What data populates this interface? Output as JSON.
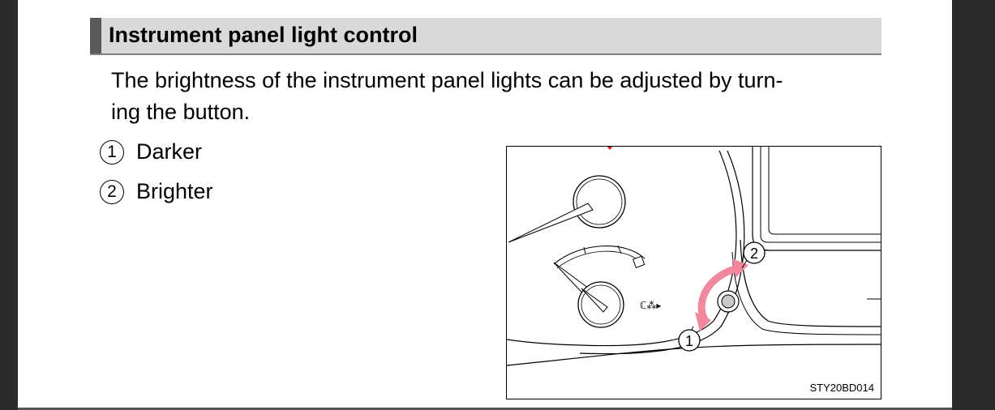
{
  "heading": {
    "title": "Instrument panel light control"
  },
  "body": {
    "line1": "The brightness of the instrument panel lights can be adjusted by turn-",
    "line2": "ing the button."
  },
  "list": {
    "items": [
      {
        "number": "1",
        "label": "Darker"
      },
      {
        "number": "2",
        "label": "Brighter"
      }
    ]
  },
  "figure": {
    "code": "STY20BD014",
    "callout_1": "1",
    "callout_2": "2",
    "arrow_color": "#f0889e"
  }
}
